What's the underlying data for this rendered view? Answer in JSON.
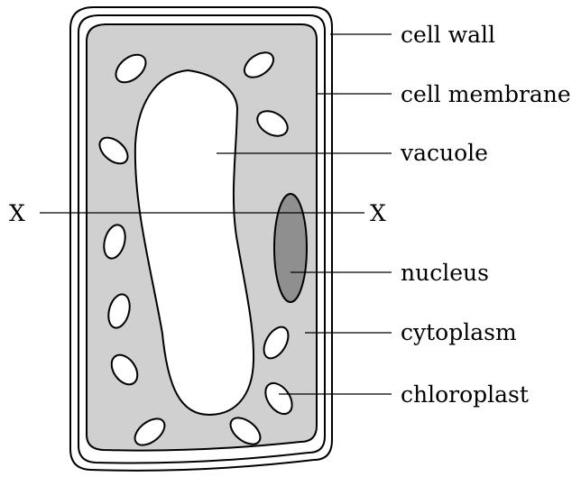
{
  "labels": {
    "cell_wall": "cell wall",
    "cell_membrane": "cell membrane",
    "vacuole": "vacuole",
    "nucleus": "nucleus",
    "cytoplasm": "cytoplasm",
    "chloroplast": "chloroplast",
    "x_left": "X",
    "x_right": "X"
  },
  "colors": {
    "cytoplasm": "#d0d0d0",
    "nucleus": "#8f8f8f",
    "vacuole": "#ffffff",
    "outline": "#000000"
  }
}
